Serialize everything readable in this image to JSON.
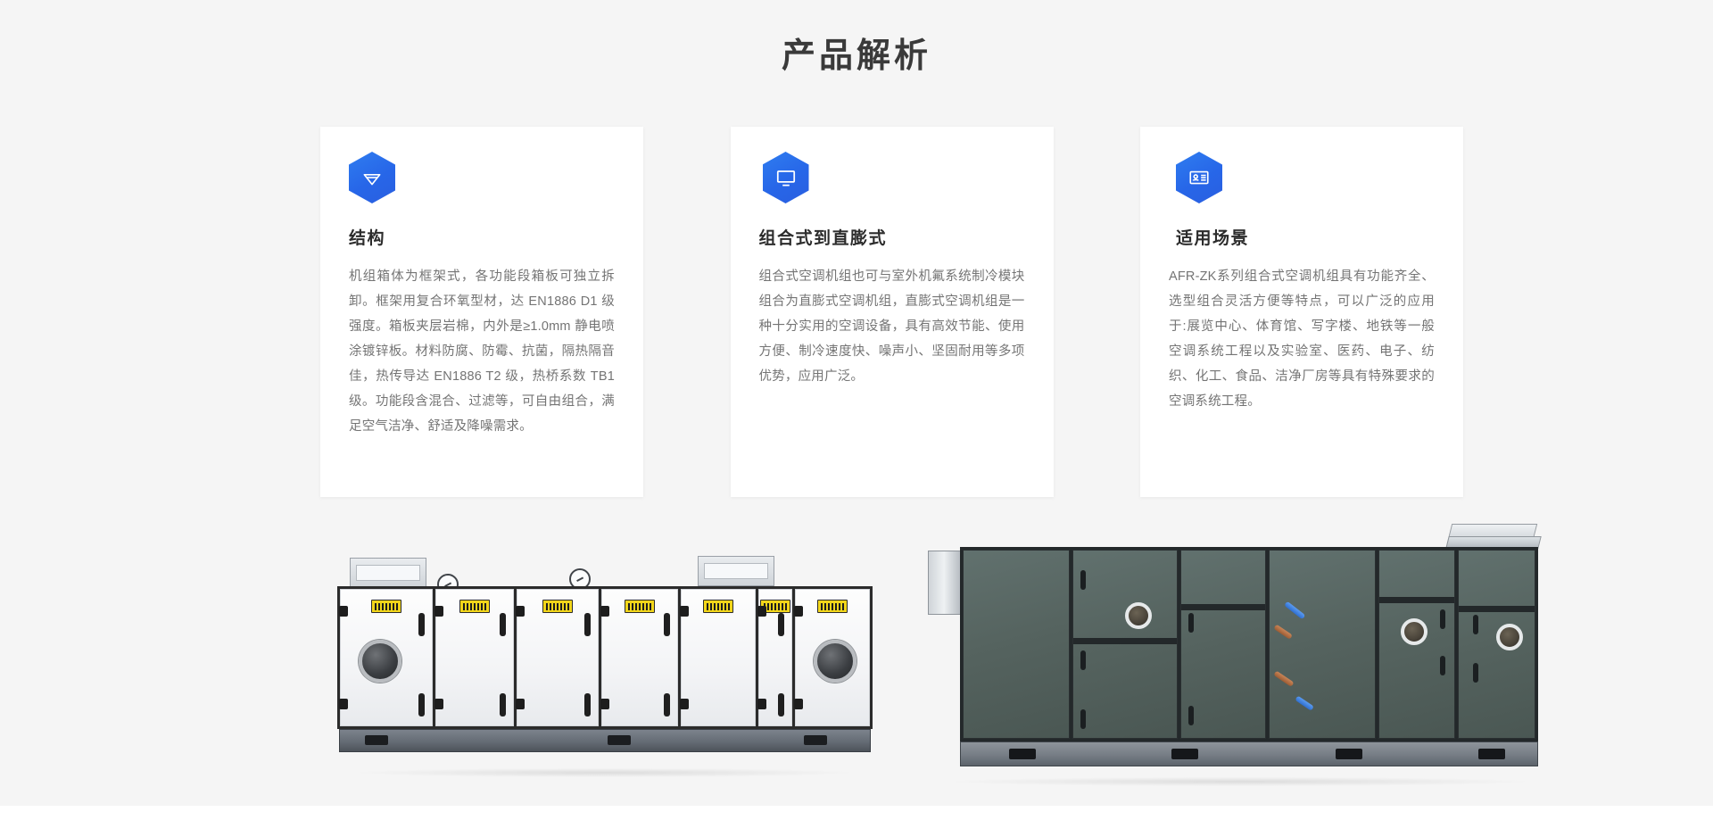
{
  "page": {
    "background_color": "#f5f5f5",
    "accent_color": "#2a6ae8"
  },
  "section": {
    "title": "产品解析"
  },
  "cards": [
    {
      "icon": "gem-hexagon-icon",
      "title": "结构",
      "body": "机组箱体为框架式，各功能段箱板可独立拆卸。框架用复合环氧型材，达 EN1886 D1 级强度。箱板夹层岩棉，内外是≥1.0mm 静电喷涂镀锌板。材料防腐、防霉、抗菌，隔热隔音佳，热传导达 EN1886 T2 级，热桥系数 TB1 级。功能段含混合、过滤等，可自由组合，满足空气洁净、舒适及降噪需求。"
    },
    {
      "icon": "monitor-hexagon-icon",
      "title": "组合式到直膨式",
      "body": "组合式空调机组也可与室外机氟系统制冷模块组合为直膨式空调机组，直膨式空调机组是一种十分实用的空调设备，具有高效节能、使用方便、制冷速度快、噪声小、坚固耐用等多项优势，应用广泛。"
    },
    {
      "icon": "id-card-hexagon-icon",
      "title": "适用场景",
      "body": "AFR-ZK系列组合式空调机组具有功能齐全、选型组合灵活方便等特点，可以广泛的应用于:展览中心、体育馆、写字楼、地铁等一般空调系统工程以及实验室、医药、电子、纺织、化工、食品、洁净厂房等具有特殊要求的空调系统工程。"
    }
  ],
  "products": [
    {
      "name": "white-air-handling-unit",
      "panel_color": "#f4f5f7",
      "frame_color": "#2b2b2b",
      "base_color": "#656c75",
      "label_color": "#f2d61a",
      "panel_count": 7
    },
    {
      "name": "green-air-handling-unit",
      "panel_color": "#55635f",
      "frame_color": "#23282a",
      "base_color": "#767d85",
      "panel_count": 6
    }
  ]
}
